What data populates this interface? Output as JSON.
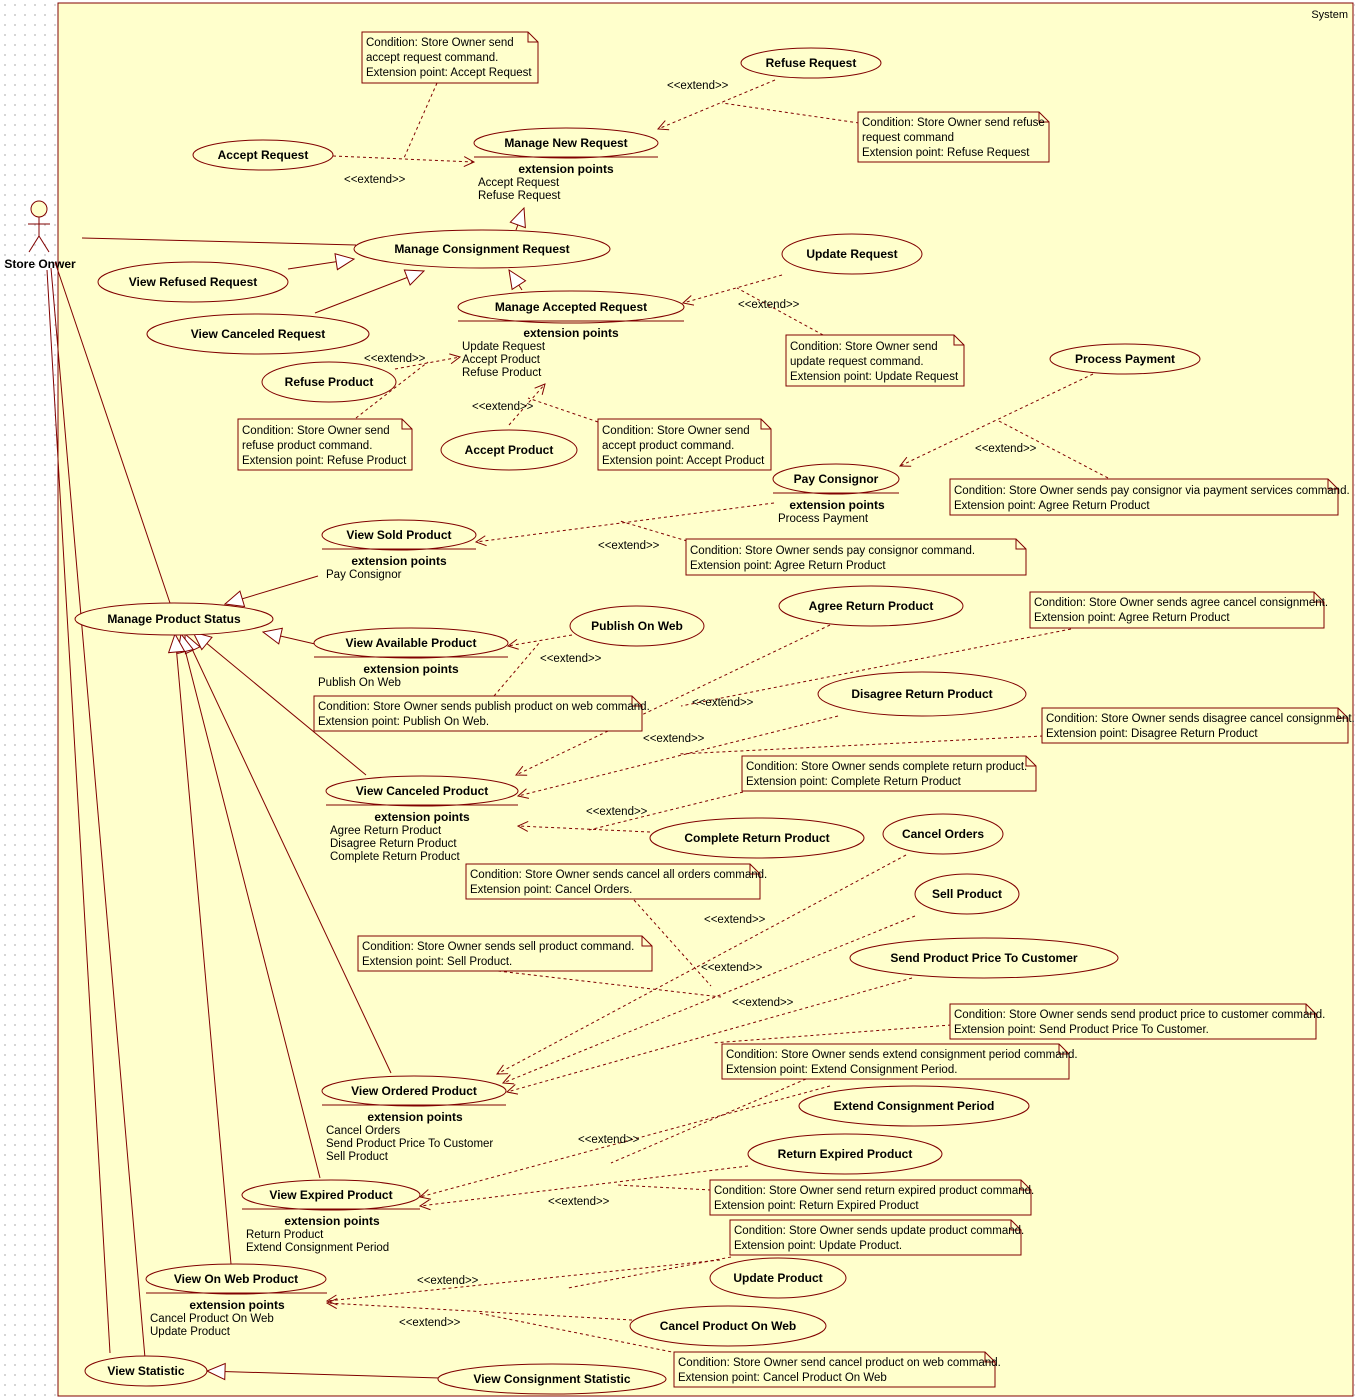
{
  "system": {
    "label": "System"
  },
  "actor": {
    "name": "Store Onwer"
  },
  "use_cases": {
    "accept_request": "Accept Request",
    "manage_new_request": "Manage New Request",
    "refuse_request": "Refuse Request",
    "manage_consignment_request": "Manage Consignment Request",
    "view_refused_request": "View Refused Request",
    "view_canceled_request": "View Canceled Request",
    "manage_accepted_request": "Manage Accepted Request",
    "update_request": "Update Request",
    "refuse_product": "Refuse Product",
    "accept_product": "Accept Product",
    "process_payment": "Process Payment",
    "pay_consignor": "Pay Consignor",
    "view_sold_product": "View Sold Product",
    "manage_product_status": "Manage Product Status",
    "view_available_product": "View Available Product",
    "publish_on_web": "Publish On Web",
    "agree_return_product": "Agree Return Product",
    "disagree_return_product": "Disagree Return Product",
    "view_canceled_product": "View Canceled Product",
    "complete_return_product": "Complete Return Product",
    "cancel_orders": "Cancel Orders",
    "sell_product": "Sell Product",
    "send_product_price": "Send Product Price To Customer",
    "view_ordered_product": "View Ordered Product",
    "extend_consignment_period": "Extend Consignment Period",
    "return_expired_product": "Return Expired Product",
    "view_expired_product": "View Expired Product",
    "update_product": "Update Product",
    "view_on_web_product": "View On Web Product",
    "cancel_product_on_web": "Cancel Product On Web",
    "view_statistic": "View Statistic",
    "view_consignment_statistic": "View Consignment Statistic"
  },
  "extension_points": {
    "header": "extension points",
    "manage_new_request": [
      "Accept Request",
      "Refuse Request"
    ],
    "manage_accepted_request": [
      "Update Request",
      "Accept Product",
      "Refuse Product"
    ],
    "pay_consignor": [
      "Process Payment"
    ],
    "view_sold_product": [
      "Pay Consignor"
    ],
    "view_available_product": [
      "Publish On Web"
    ],
    "view_canceled_product": [
      "Agree Return Product",
      "Disagree Return Product",
      "Complete Return Product"
    ],
    "view_ordered_product": [
      "Cancel Orders",
      "Send Product Price To Customer",
      "Sell Product"
    ],
    "view_expired_product": [
      "Return Product",
      "Extend Consignment Period"
    ],
    "view_on_web_product": [
      "Cancel Product On Web",
      "Update Product"
    ]
  },
  "notes": {
    "accept_request": [
      "Condition: Store Owner send",
      "accept request command.",
      "Extension point: Accept Request"
    ],
    "refuse_request": [
      "Condition: Store Owner send refuse",
      "request command",
      "Extension point: Refuse Request"
    ],
    "update_request": [
      "Condition: Store Owner send",
      "update request command.",
      "Extension point: Update Request"
    ],
    "refuse_product": [
      "Condition: Store Owner send",
      "refuse product command.",
      "Extension point: Refuse Product"
    ],
    "accept_product": [
      "Condition: Store Owner send",
      "accept product command.",
      "Extension point: Accept Product"
    ],
    "process_payment": [
      "Condition: Store Owner sends pay consignor via payment services command.",
      "Extension point: Agree Return Product"
    ],
    "pay_consignor": [
      "Condition: Store Owner sends pay consignor command.",
      "Extension point: Agree Return Product"
    ],
    "agree_return": [
      "Condition: Store Owner sends agree cancel consignment.",
      "Extension point: Agree Return Product"
    ],
    "publish_on_web": [
      "Condition: Store Owner sends publish product on web command.",
      "Extension point: Publish On Web."
    ],
    "disagree_return": [
      "Condition: Store Owner sends disagree cancel consignment.",
      "Extension point: Disagree Return Product"
    ],
    "complete_return": [
      "Condition: Store Owner sends complete return product.",
      "Extension point: Complete Return Product"
    ],
    "cancel_orders": [
      "Condition: Store Owner sends cancel all orders command.",
      "Extension point: Cancel Orders."
    ],
    "sell_product": [
      "Condition: Store Owner sends sell product command.",
      "Extension point: Sell Product."
    ],
    "send_price": [
      "Condition: Store Owner sends send product price to customer command.",
      "Extension point: Send Product Price To Customer."
    ],
    "extend_period": [
      "Condition: Store Owner sends extend consignment period command.",
      "Extension point: Extend Consignment Period."
    ],
    "return_expired": [
      "Condition: Store Owner send return expired product command.",
      "Extension point: Return Expired Product"
    ],
    "update_product": [
      "Condition: Store Owner sends update product command.",
      "Extension point: Update Product."
    ],
    "cancel_on_web": [
      "Condition: Store Owner send cancel product on web command.",
      "Extension point: Cancel Product On Web"
    ]
  },
  "stereotype": {
    "extend": "<<extend>>"
  },
  "colors": {
    "boundary_fill": "#ffffcc",
    "line": "#800000",
    "note_border": "#800000",
    "text": "#000000"
  }
}
